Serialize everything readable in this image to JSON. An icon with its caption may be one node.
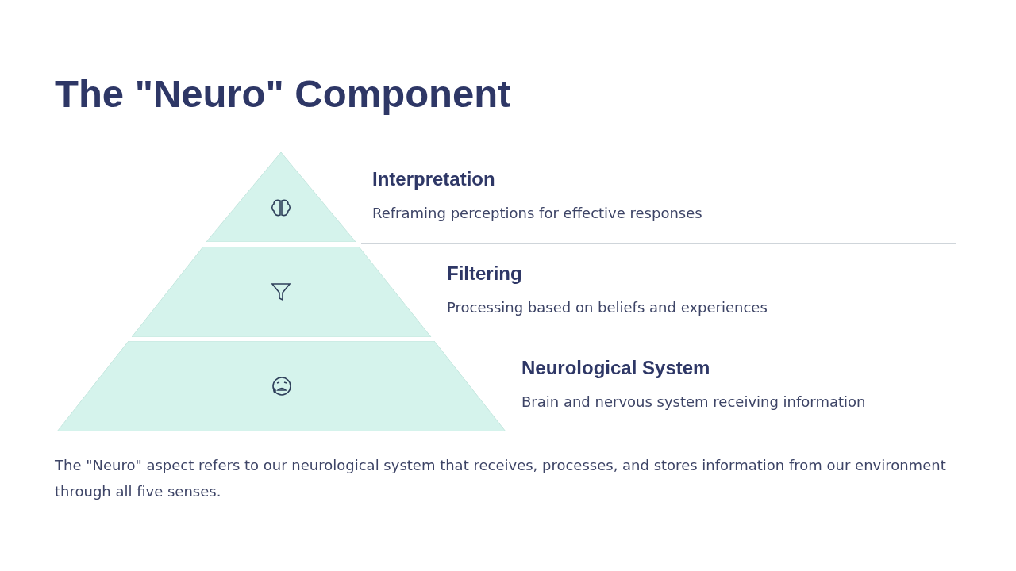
{
  "diagram": {
    "title": "The \"Neuro\" Component",
    "nodes": [
      {
        "text": [
          "Interpretation",
          "Reframing perceptions for effective responses"
        ]
      },
      {
        "text": [
          "Filtering",
          "Processing based on beliefs and experiences"
        ]
      },
      {
        "text": [
          "Neurological System",
          "Brain and nervous system receiving information"
        ]
      }
    ],
    "caption": "The \"Neuro\" aspect refers to our neurological system that receives, processes, and stores information from our environment through all five senses."
  }
}
